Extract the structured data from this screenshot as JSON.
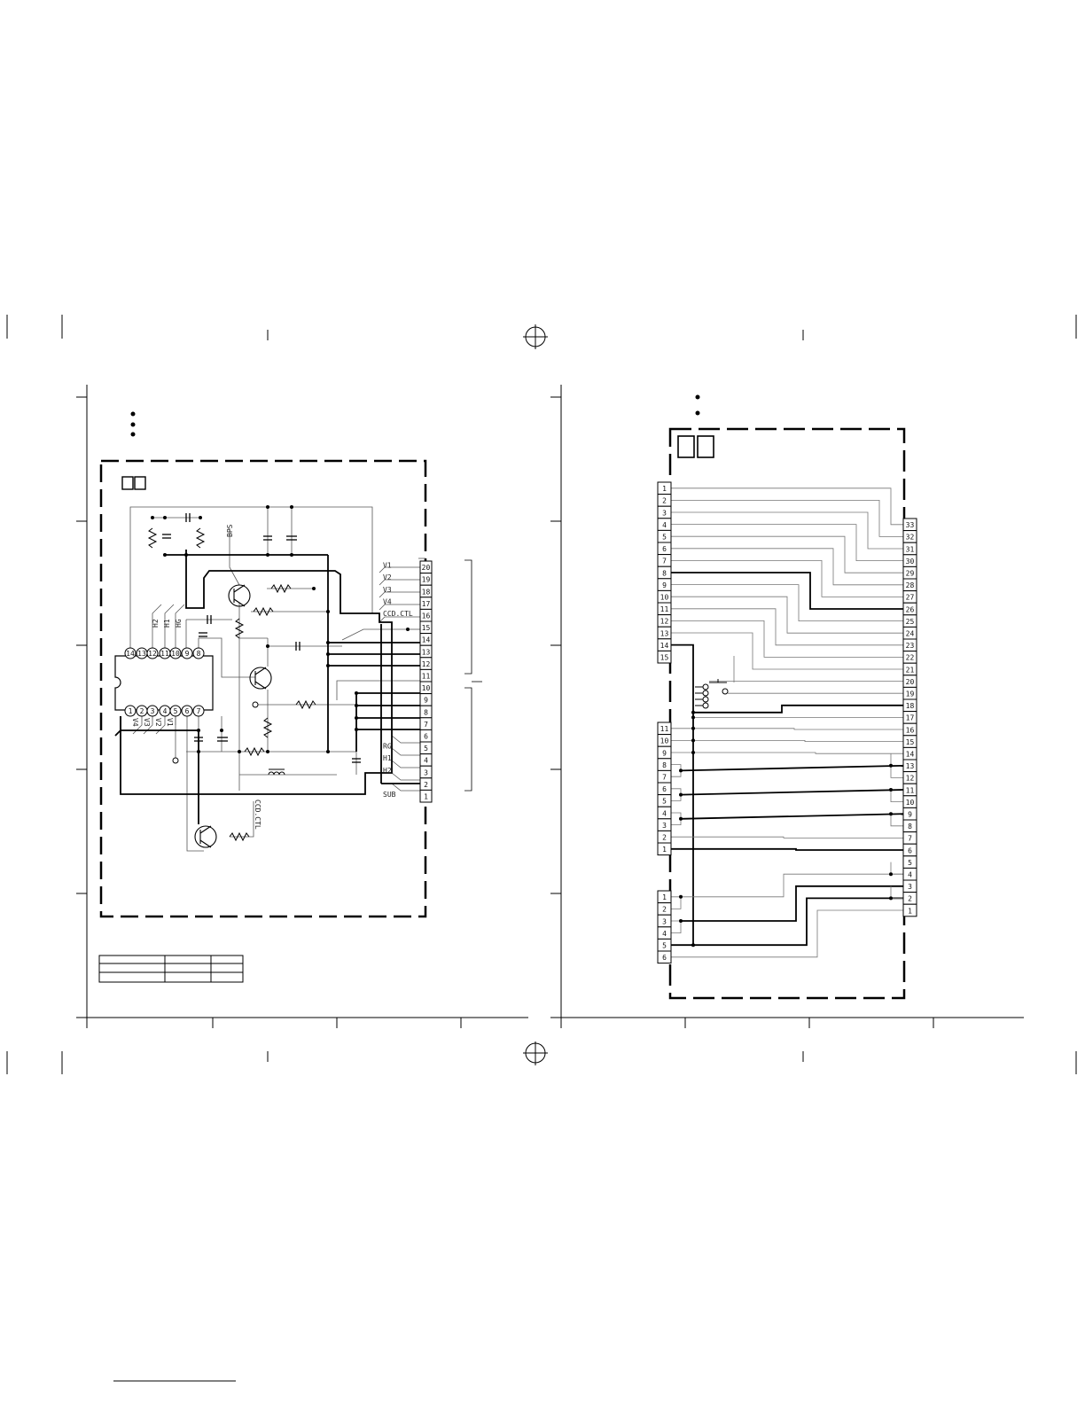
{
  "left_board": {
    "connector_pins": [
      "20",
      "19",
      "18",
      "17",
      "16",
      "15",
      "14",
      "13",
      "12",
      "11",
      "10",
      "9",
      "8",
      "7",
      "6",
      "5",
      "4",
      "3",
      "2",
      "1"
    ],
    "connector_labels": {
      "20": "V1",
      "19": "V2",
      "18": "V3",
      "17": "V4",
      "16": "CCD.CTL",
      "5": "RG",
      "4": "H1",
      "3": "H2",
      "1": "SUB"
    },
    "ic_top_pins": [
      "14",
      "13",
      "12",
      "11",
      "10",
      "9",
      "8"
    ],
    "ic_bottom_pins": [
      "1",
      "2",
      "3",
      "4",
      "5",
      "6",
      "7"
    ],
    "ic_bottom_labels": [
      "V4",
      "V3",
      "V2",
      "V1"
    ],
    "ic_top_labels": [
      "H2",
      "H1",
      "HG"
    ],
    "label_bps": "BPS",
    "label_ccd_ctl": "CCD.CTL"
  },
  "right_board": {
    "left_connector_a": [
      "1",
      "2",
      "3",
      "4",
      "5",
      "6",
      "7",
      "8",
      "9",
      "10",
      "11",
      "12",
      "13",
      "14",
      "15"
    ],
    "left_connector_b": [
      "11",
      "10",
      "9",
      "8",
      "7",
      "6",
      "5",
      "4",
      "3",
      "2",
      "1"
    ],
    "left_connector_c": [
      "1",
      "2",
      "3",
      "4",
      "5",
      "6"
    ],
    "right_connector": [
      "33",
      "32",
      "31",
      "30",
      "29",
      "28",
      "27",
      "26",
      "25",
      "24",
      "23",
      "22",
      "21",
      "20",
      "19",
      "18",
      "17",
      "16",
      "15",
      "14",
      "13",
      "12",
      "11",
      "10",
      "9",
      "8",
      "7",
      "6",
      "5",
      "4",
      "3",
      "2",
      "1"
    ]
  }
}
